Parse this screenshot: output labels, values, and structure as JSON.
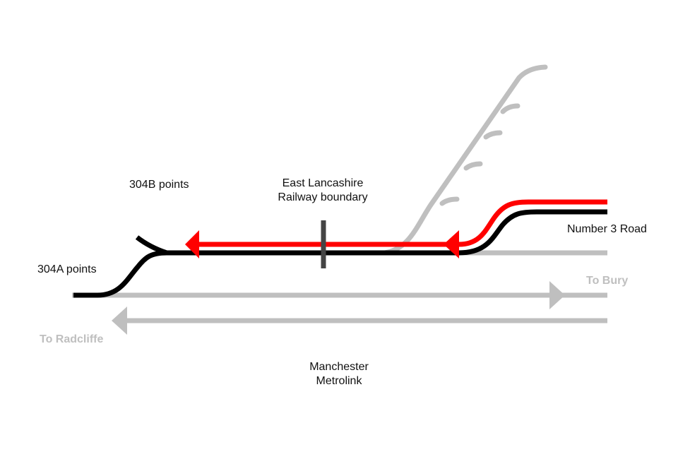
{
  "colors": {
    "background": "#ffffff",
    "active_route": "#ff0000",
    "track_black": "#000000",
    "track_grey": "#bfbfbf",
    "boundary_marker": "#444444",
    "label_text": "#111111",
    "direction_text": "#bfbfbf"
  },
  "labels": {
    "points_304b": "304B points",
    "points_304a": "304A points",
    "boundary_line1": "East Lancashire",
    "boundary_line2": "Railway boundary",
    "number3_road": "Number 3 Road",
    "to_bury": "To Bury",
    "to_radcliffe": "To Radcliffe",
    "metrolink_line1": "Manchester",
    "metrolink_line2": "Metrolink"
  },
  "icons": {
    "route_arrow_left": "arrow-left-icon",
    "route_arrow_mid": "arrow-left-icon",
    "to_bury_arrow": "arrow-right-icon",
    "to_radcliffe_arrow": "arrow-left-icon"
  }
}
